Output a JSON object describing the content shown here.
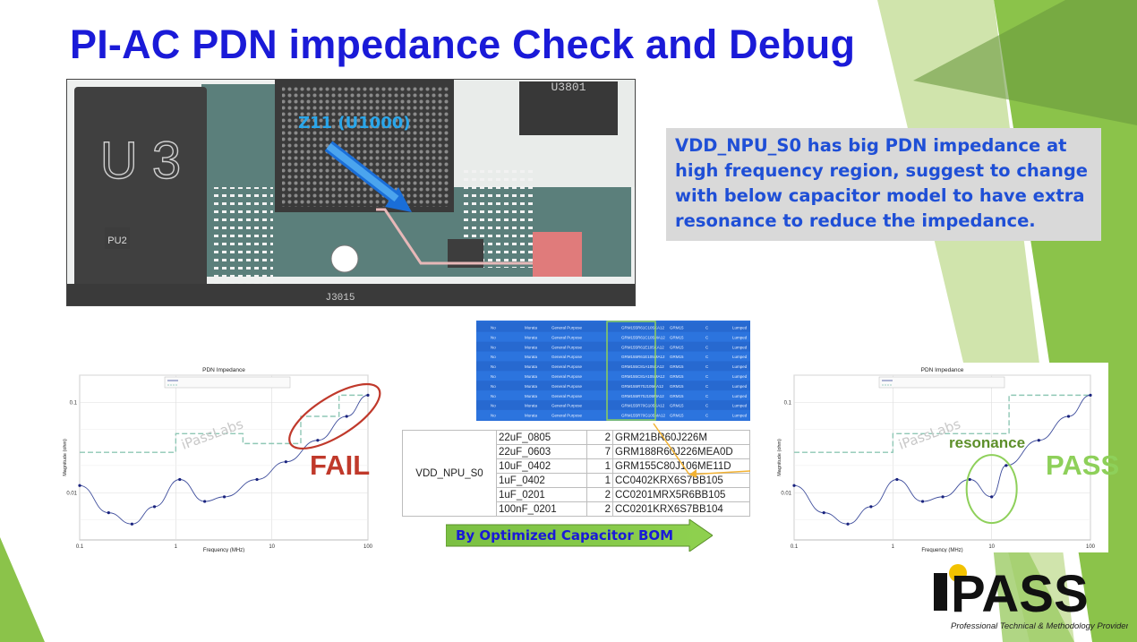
{
  "slide": {
    "title": "PI-AC PDN impedance Check and Debug",
    "note": "VDD_NPU_S0 has big PDN impedance at high frequency region, suggest to change with below capacitor model to have extra resonance to reduce the impedance.",
    "arrow_label": "By Optimized Capacitor BOM",
    "fail_label": "FAIL",
    "pass_label": "PASS",
    "resonance_label": "resonance"
  },
  "pcb": {
    "labels": [
      "U 3",
      "Z11 (U1000)",
      "PU2",
      "J3015",
      "U3801"
    ]
  },
  "bom_image_rows": [
    [
      "No",
      "Murata",
      "General Purpose",
      "GRM155R61C105KA12",
      "GRM15",
      "C",
      "Lumped"
    ],
    [
      "No",
      "Murata",
      "General Purpose",
      "GRM155R61C105MA12",
      "GRM15",
      "C",
      "Lumped"
    ],
    [
      "No",
      "Murata",
      "General Purpose",
      "GRM155R61E105KA12",
      "GRM15",
      "C",
      "Lumped"
    ],
    [
      "No",
      "Murata",
      "General Purpose",
      "GRM155R61E105MA12",
      "GRM15",
      "C",
      "Lumped"
    ],
    [
      "No",
      "Murata",
      "General Purpose",
      "GRM155C81A105KA12",
      "GRM15",
      "C",
      "Lumped"
    ],
    [
      "No",
      "Murata",
      "General Purpose",
      "GRM155C81A105MA12",
      "GRM15",
      "C",
      "Lumped"
    ],
    [
      "No",
      "Murata",
      "General Purpose",
      "GRM155R70J105KA12",
      "GRM15",
      "C",
      "Lumped"
    ],
    [
      "No",
      "Murata",
      "General Purpose",
      "GRM155R70J105MA12",
      "GRM15",
      "C",
      "Lumped"
    ],
    [
      "No",
      "Murata",
      "General Purpose",
      "GRM155R70G105KA12",
      "GRM15",
      "C",
      "Lumped"
    ],
    [
      "No",
      "Murata",
      "General Purpose",
      "GRM155R70G105MA12",
      "GRM15",
      "C",
      "Lumped"
    ]
  ],
  "bom": {
    "net": "VDD_NPU_S0",
    "rows": [
      {
        "size": "22uF_0805",
        "qty": "2",
        "part": "GRM21BR60J226M"
      },
      {
        "size": "22uF_0603",
        "qty": "7",
        "part": "GRM188R60J226MEA0D"
      },
      {
        "size": "10uF_0402",
        "qty": "1",
        "part": "GRM155C80J106ME11D"
      },
      {
        "size": "1uF_0402",
        "qty": "1",
        "part": "CC0402KRX6S7BB105"
      },
      {
        "size": "1uF_0201",
        "qty": "2",
        "part": "CC0201MRX5R6BB105"
      },
      {
        "size": "100nF_0201",
        "qty": "2",
        "part": "CC0201KRX6S7BB104"
      }
    ]
  },
  "chart_data": [
    {
      "type": "line",
      "title": "PDN Impedance",
      "xlabel": "Frequency (MHz)",
      "ylabel": "Magnitude (ohm)",
      "x_scale": "log",
      "y_scale": "log",
      "xlim": [
        0.1,
        100
      ],
      "ylim": [
        0.003,
        0.2
      ],
      "x_ticks": [
        "0.1",
        "1",
        "10",
        "100"
      ],
      "y_ticks": [
        "0.01",
        "0.1"
      ],
      "watermark": "iPassLabs",
      "series": [
        {
          "values_x": [
            0.1,
            0.2,
            0.35,
            0.6,
            1.1,
            2,
            3.2,
            7,
            14,
            30,
            60,
            100
          ],
          "values_y": [
            0.012,
            0.006,
            0.0045,
            0.007,
            0.014,
            0.008,
            0.009,
            0.014,
            0.022,
            0.038,
            0.07,
            0.12
          ]
        },
        {
          "values_x": [
            0.1,
            1,
            1,
            5,
            5,
            20,
            20,
            50,
            50,
            100
          ],
          "values_y": [
            0.028,
            0.028,
            0.045,
            0.045,
            0.035,
            0.035,
            0.07,
            0.07,
            0.12,
            0.12
          ]
        }
      ]
    },
    {
      "type": "line",
      "title": "PDN Impedance",
      "xlabel": "Frequency (MHz)",
      "ylabel": "Magnitude (ohm)",
      "x_scale": "log",
      "y_scale": "log",
      "xlim": [
        0.1,
        100
      ],
      "ylim": [
        0.003,
        0.2
      ],
      "x_ticks": [
        "0.1",
        "1",
        "10",
        "100"
      ],
      "y_ticks": [
        "0.01",
        "0.1"
      ],
      "watermark": "iPassLabs",
      "series": [
        {
          "values_x": [
            0.1,
            0.2,
            0.35,
            0.6,
            1.1,
            2,
            3.2,
            6,
            10,
            14,
            30,
            60,
            100
          ],
          "values_y": [
            0.012,
            0.006,
            0.0045,
            0.007,
            0.014,
            0.008,
            0.009,
            0.014,
            0.009,
            0.02,
            0.038,
            0.07,
            0.12
          ]
        },
        {
          "values_x": [
            0.1,
            1,
            1,
            15,
            15,
            100
          ],
          "values_y": [
            0.028,
            0.028,
            0.045,
            0.045,
            0.12,
            0.12
          ]
        }
      ]
    }
  ],
  "logo": {
    "text": "PASS",
    "tagline": "Professional Technical & Methodology Provider"
  },
  "colors": {
    "title": "#1a1ad8",
    "note_text": "#1f4fd6",
    "fail": "#c0392b",
    "pass": "#8ed05a",
    "green_dark": "#5d8f2a"
  }
}
